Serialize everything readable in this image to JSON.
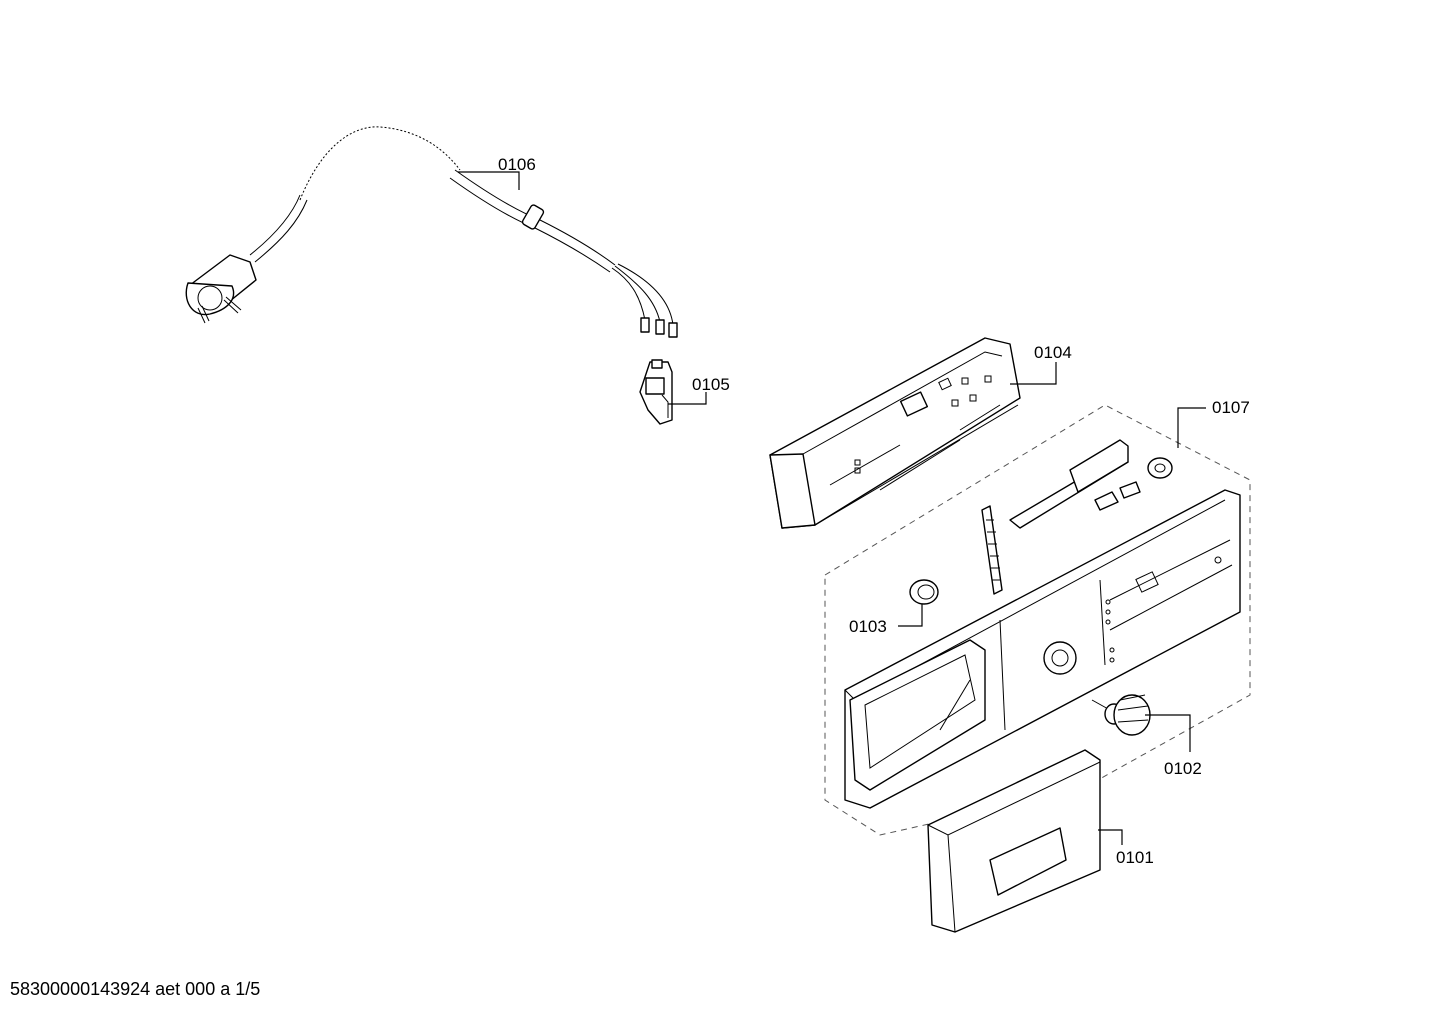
{
  "parts": [
    {
      "id": "0101"
    },
    {
      "id": "0102"
    },
    {
      "id": "0103"
    },
    {
      "id": "0104"
    },
    {
      "id": "0105"
    },
    {
      "id": "0106"
    },
    {
      "id": "0107"
    }
  ],
  "footer": {
    "text": "58300000143924 aet 000 a 1/5"
  }
}
